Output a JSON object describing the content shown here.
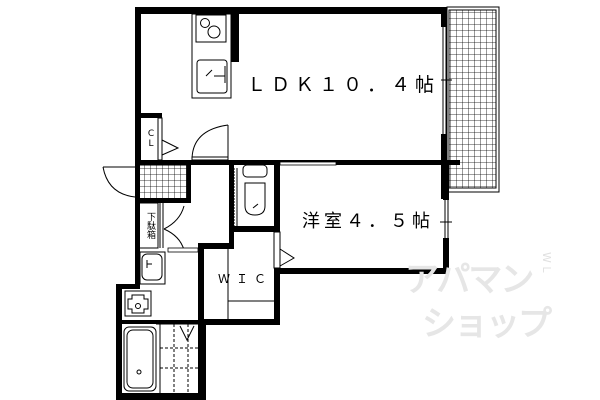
{
  "floor_plan": {
    "rooms": [
      {
        "id": "ldk",
        "label": "ＬＤＫ１０．４帖"
      },
      {
        "id": "western_room",
        "label": "洋室４．５帖"
      },
      {
        "id": "wic",
        "label": "ＷＩＣ"
      },
      {
        "id": "closet",
        "label": "CL"
      },
      {
        "id": "shoe_cabinet",
        "label": "下駄箱"
      }
    ],
    "fixtures": [
      "kitchen-stove",
      "kitchen-sink",
      "toilet",
      "washbasin",
      "washing-machine-pan",
      "bathtub",
      "balcony",
      "entrance"
    ],
    "colors": {
      "wall": "#000000",
      "background": "#ffffff",
      "watermark": "#e6e6e6"
    }
  },
  "watermark": {
    "line1": "アパマン",
    "line2": "ショップ",
    "wl": "W L"
  }
}
